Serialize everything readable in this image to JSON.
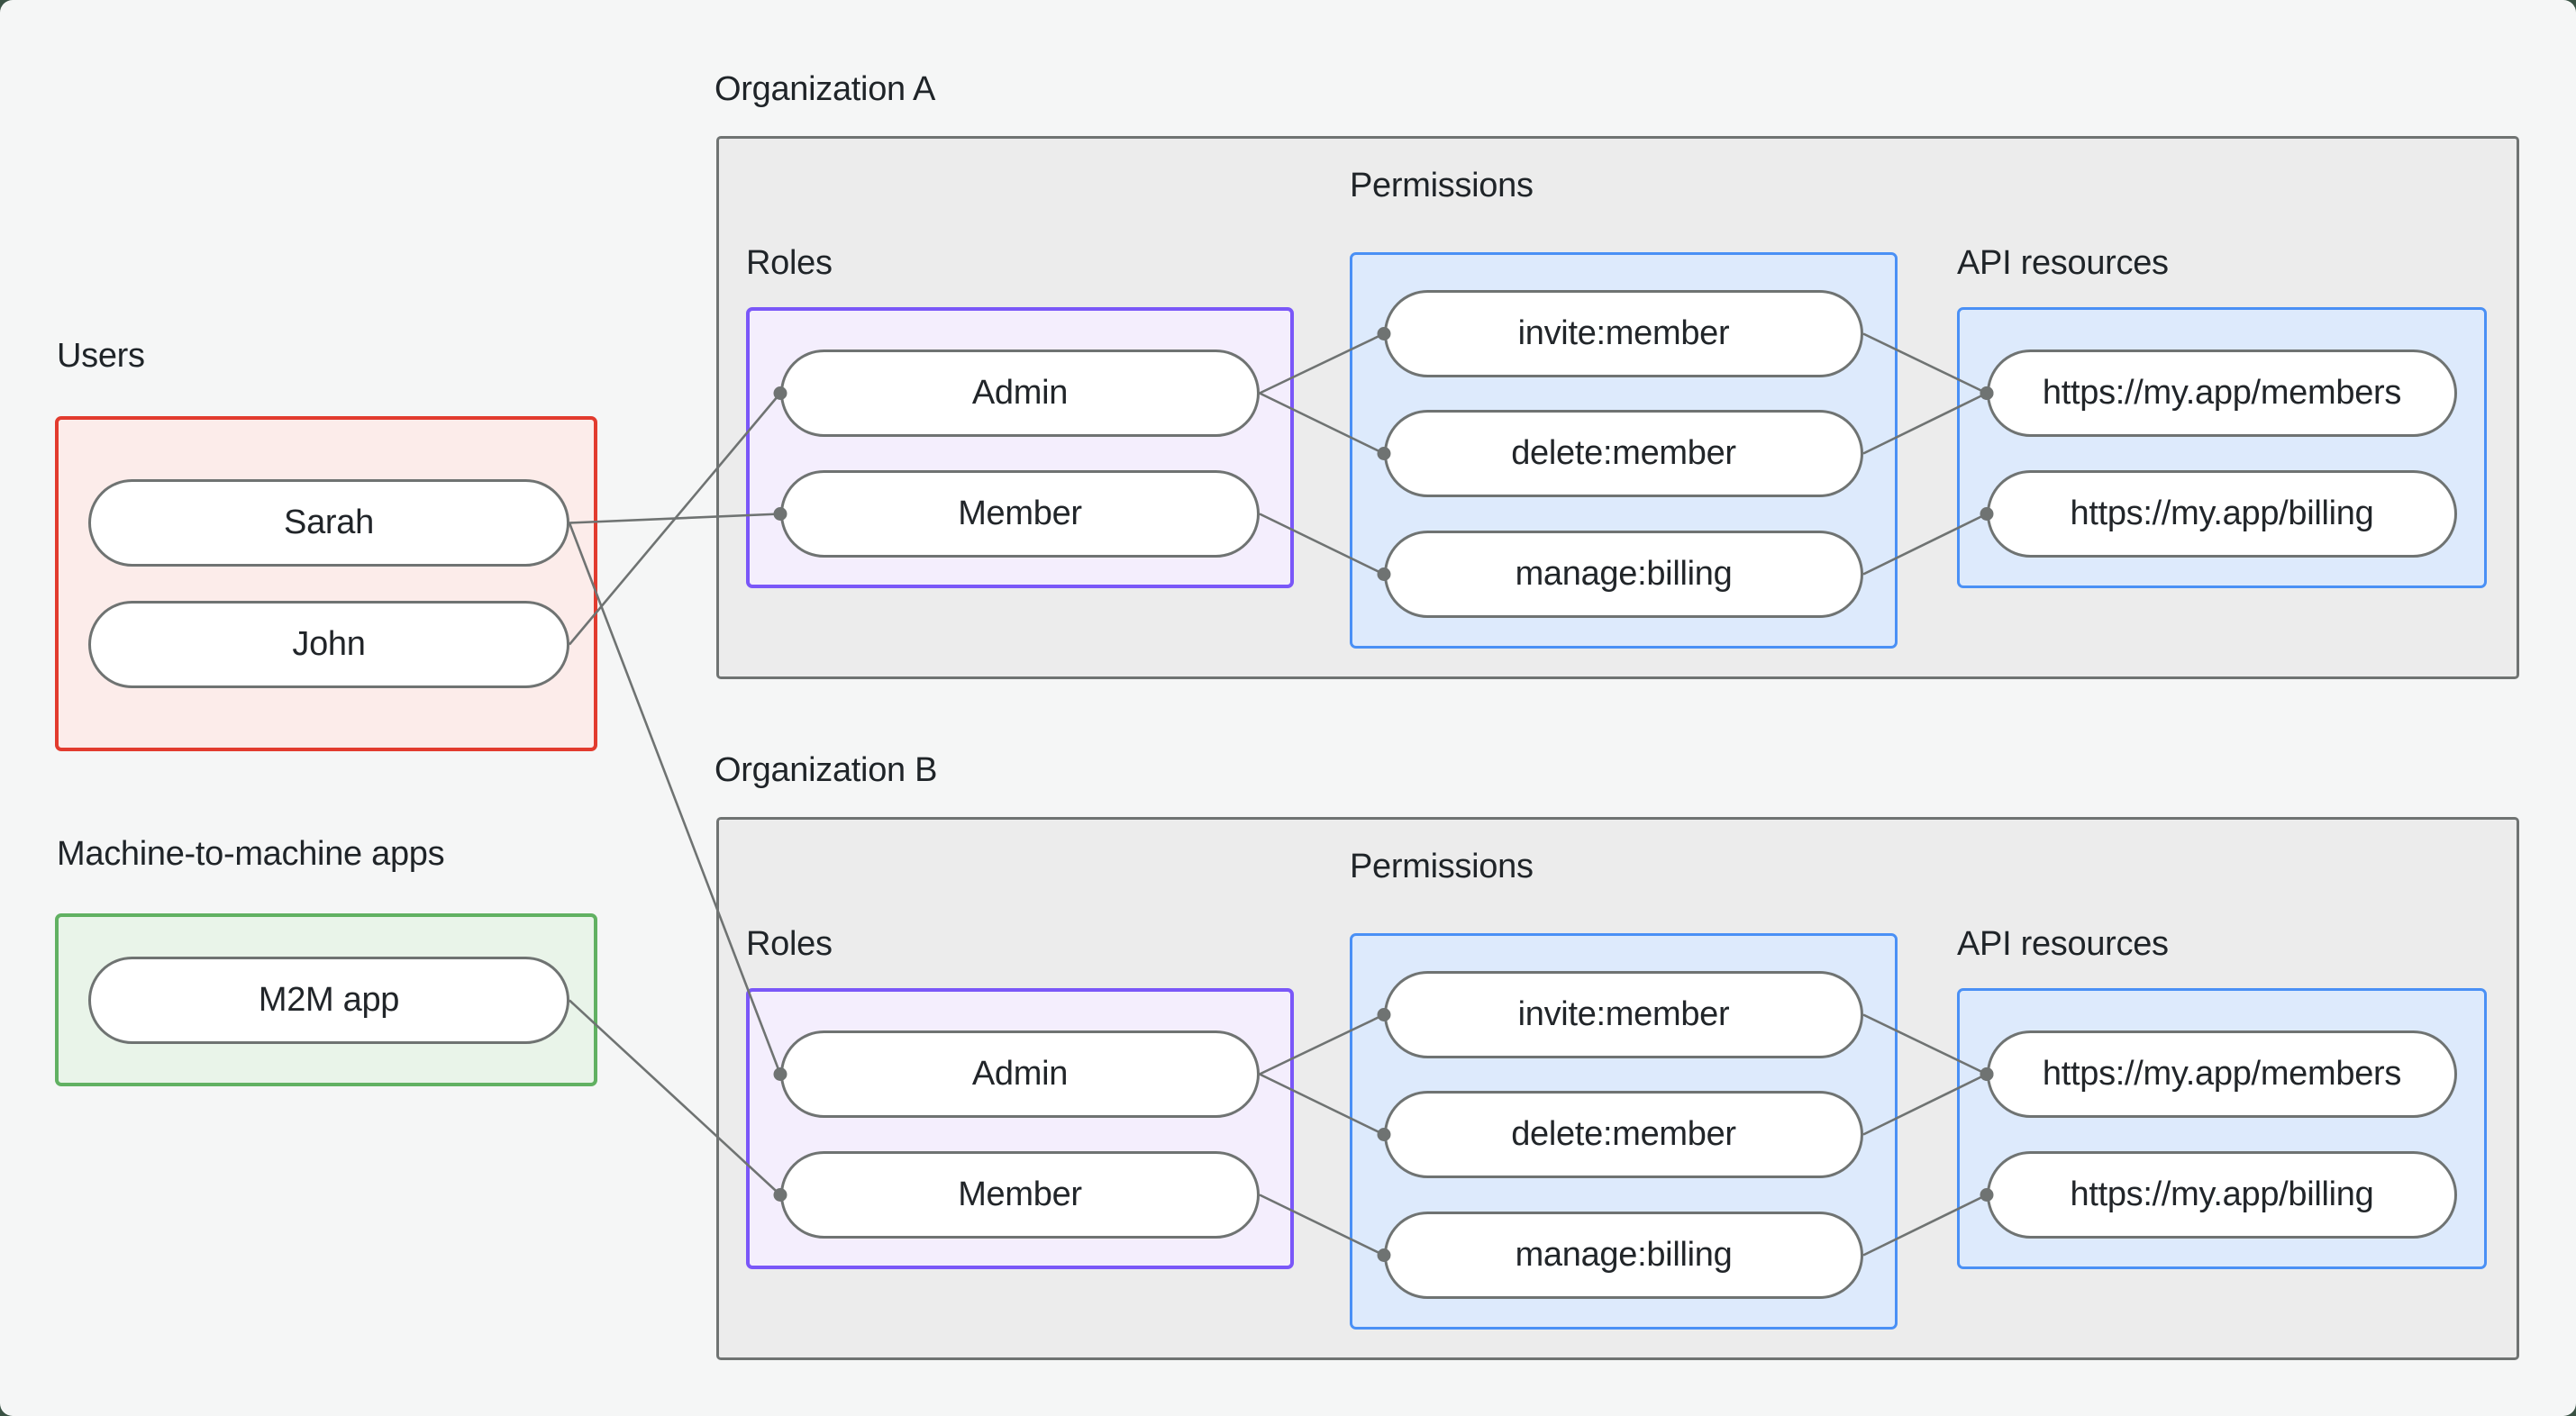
{
  "sections": {
    "users": {
      "title": "Users"
    },
    "m2m": {
      "title": "Machine-to-machine apps"
    },
    "orgA": {
      "title": "Organization A",
      "roles_label": "Roles",
      "permissions_label": "Permissions",
      "api_label": "API resources"
    },
    "orgB": {
      "title": "Organization B",
      "roles_label": "Roles",
      "permissions_label": "Permissions",
      "api_label": "API resources"
    }
  },
  "nodes": {
    "sarah": {
      "label": "Sarah"
    },
    "john": {
      "label": "John"
    },
    "m2m_app": {
      "label": "M2M app"
    },
    "orgA_admin": {
      "label": "Admin"
    },
    "orgA_member": {
      "label": "Member"
    },
    "orgA_invite": {
      "label": "invite:member"
    },
    "orgA_delete": {
      "label": "delete:member"
    },
    "orgA_manage": {
      "label": "manage:billing"
    },
    "orgA_api_members": {
      "label": "https://my.app/members"
    },
    "orgA_api_billing": {
      "label": "https://my.app/billing"
    },
    "orgB_admin": {
      "label": "Admin"
    },
    "orgB_member": {
      "label": "Member"
    },
    "orgB_invite": {
      "label": "invite:member"
    },
    "orgB_delete": {
      "label": "delete:member"
    },
    "orgB_manage": {
      "label": "manage:billing"
    },
    "orgB_api_members": {
      "label": "https://my.app/members"
    },
    "orgB_api_billing": {
      "label": "https://my.app/billing"
    }
  },
  "edges": [
    {
      "from": "sarah",
      "to": "orgA_member"
    },
    {
      "from": "john",
      "to": "orgA_admin"
    },
    {
      "from": "sarah",
      "to": "orgB_admin"
    },
    {
      "from": "m2m_app",
      "to": "orgB_member"
    },
    {
      "from": "orgA_admin",
      "to": "orgA_invite"
    },
    {
      "from": "orgA_admin",
      "to": "orgA_delete"
    },
    {
      "from": "orgA_member",
      "to": "orgA_manage"
    },
    {
      "from": "orgA_invite",
      "to": "orgA_api_members"
    },
    {
      "from": "orgA_delete",
      "to": "orgA_api_members"
    },
    {
      "from": "orgA_manage",
      "to": "orgA_api_billing"
    },
    {
      "from": "orgB_admin",
      "to": "orgB_invite"
    },
    {
      "from": "orgB_admin",
      "to": "orgB_delete"
    },
    {
      "from": "orgB_member",
      "to": "orgB_manage"
    },
    {
      "from": "orgB_invite",
      "to": "orgB_api_members"
    },
    {
      "from": "orgB_delete",
      "to": "orgB_api_members"
    },
    {
      "from": "orgB_manage",
      "to": "orgB_api_billing"
    }
  ],
  "style": {
    "users_accent": "#e23b2e",
    "m2m_accent": "#61b162",
    "roles_accent": "#7a57f8",
    "permissions_accent": "#4a90f5",
    "api_accent": "#4a90f5",
    "org_box_fill": "#ececec",
    "org_box_border": "#6f7372",
    "connector_color": "#6f7372",
    "page_background": "#f5f6f6"
  }
}
